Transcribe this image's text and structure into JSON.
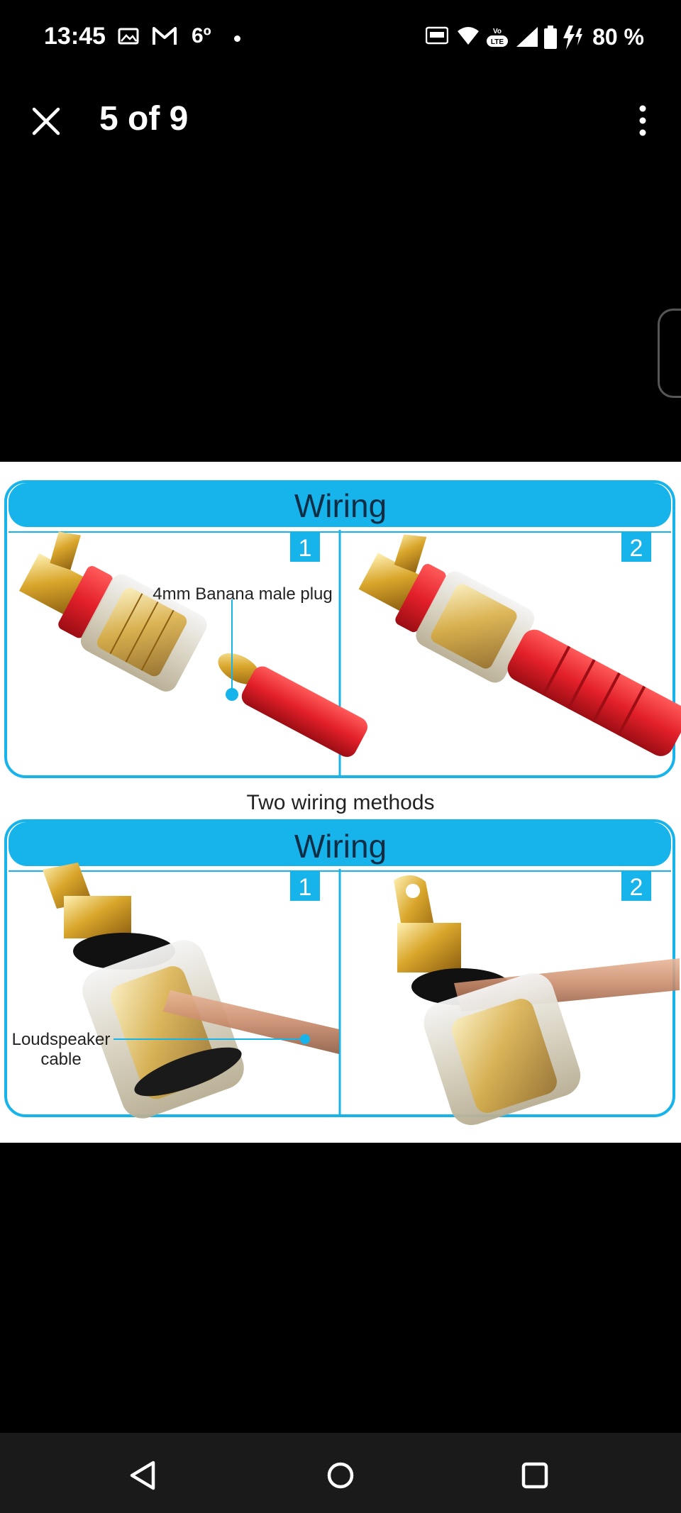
{
  "status_bar": {
    "time": "13:45",
    "temperature": "6º",
    "battery_percent": "80 %",
    "network_label": "LTE",
    "icons": [
      "gallery-icon",
      "gmail-icon",
      "dot-icon",
      "auto-hz-icon",
      "wifi-icon",
      "volte-icon",
      "signal-icon",
      "battery-icon",
      "charging-icon"
    ]
  },
  "app_bar": {
    "title": "5 of 9",
    "close_icon": "close-icon",
    "more_icon": "more-vertical-icon"
  },
  "image": {
    "top_panel": {
      "header": "Wiring",
      "step_1": "1",
      "step_2": "2",
      "callout": "4mm Banana male plug"
    },
    "caption": "Two wiring methods",
    "bottom_panel": {
      "header": "Wiring",
      "step_1": "1",
      "step_2": "2",
      "callout_line1": "Loudspeaker",
      "callout_line2": "cable"
    },
    "colors": {
      "accent_blue": "#16b4ea",
      "plug_red": "#e3202a",
      "gold": "#d9a62b"
    }
  },
  "nav_bar": {
    "back_icon": "back-triangle-icon",
    "home_icon": "home-circle-icon",
    "recents_icon": "recents-square-icon"
  }
}
